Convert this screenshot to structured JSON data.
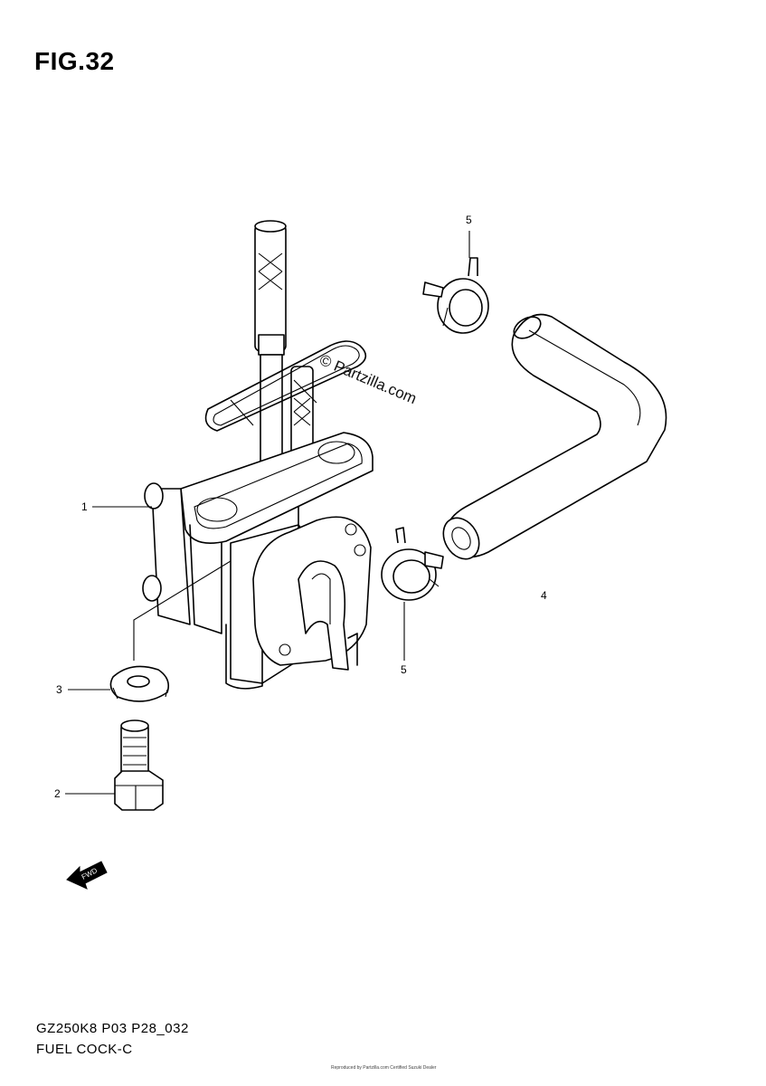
{
  "figure": {
    "title": "FIG.32",
    "watermark": "© Partzilla.com",
    "footer_code": "GZ250K8 P03 P28_032",
    "footer_name": "FUEL COCK-C",
    "fwd_label": "FWD",
    "tiny_note": "Reproduced by Partzilla.com Certified Suzuki Dealer"
  },
  "callouts": [
    {
      "id": "1",
      "label": "1"
    },
    {
      "id": "2",
      "label": "2"
    },
    {
      "id": "3",
      "label": "3"
    },
    {
      "id": "4",
      "label": "4"
    },
    {
      "id": "5a",
      "label": "5"
    },
    {
      "id": "5b",
      "label": "5"
    }
  ]
}
